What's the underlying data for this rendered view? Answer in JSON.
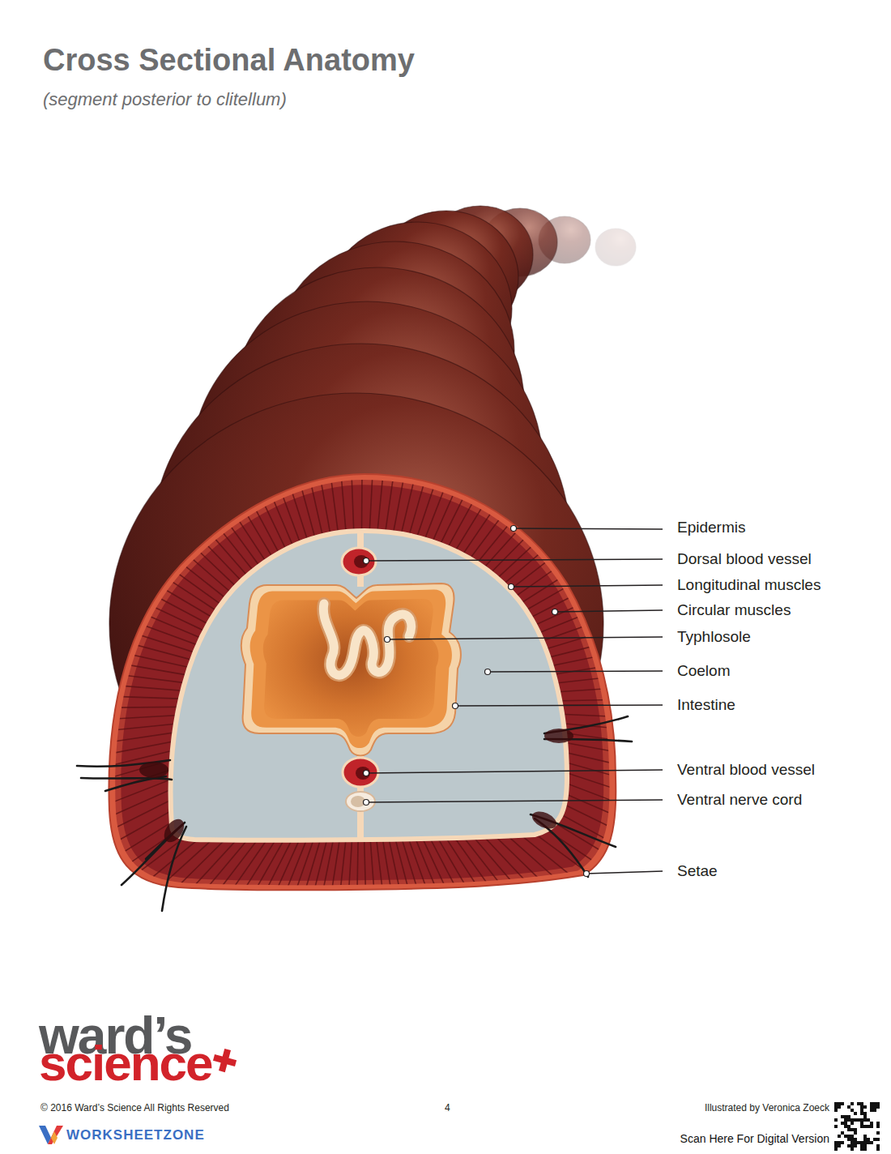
{
  "diagram": {
    "title": "Cross Sectional Anatomy",
    "labels": [
      "(segment posterior to clitellum)",
      "Epidermis",
      "Dorsal blood vessel",
      "Longitudinal muscles",
      "Circular muscles",
      "Typhlosole",
      "Coelom",
      "Intestine",
      "Ventral blood vessel",
      "Ventral nerve cord",
      "Setae",
      "ward’s",
      "science",
      "© 2016 Ward’s Science All Rights Reserved",
      "4",
      "Illustrated by Veronica Zoeck",
      "WORKSHEETZONE",
      "Scan Here For Digital Version"
    ]
  }
}
